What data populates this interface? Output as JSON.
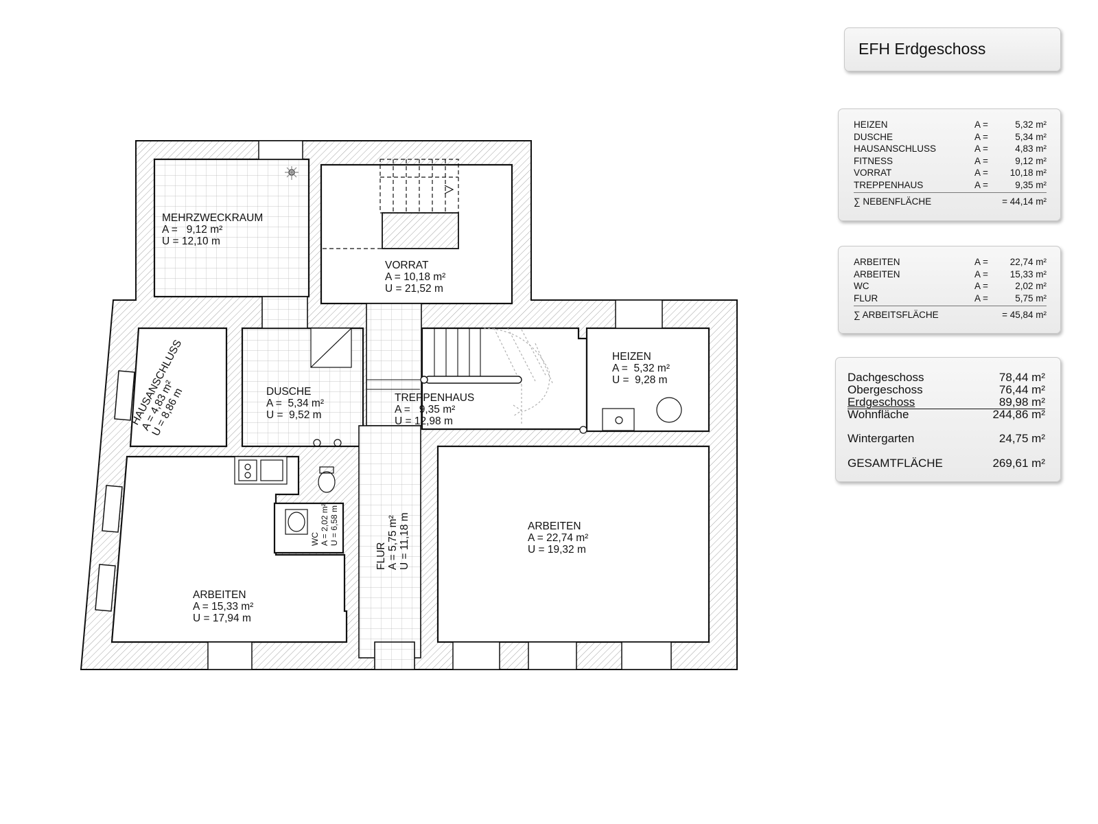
{
  "title": "EFH Erdgeschoss",
  "rooms": [
    {
      "name": "MEHRZWECKRAUM",
      "area": "A =   9,12 m²",
      "perimeter": "U = 12,10 m"
    },
    {
      "name": "VORRAT",
      "area": "A = 10,18 m²",
      "perimeter": "U = 21,52 m"
    },
    {
      "name": "HAUSANSCHLUSS",
      "area": "A = 4,83 m²",
      "perimeter": "U = 8,86 m"
    },
    {
      "name": "DUSCHE",
      "area": "A =  5,34 m²",
      "perimeter": "U =  9,52 m"
    },
    {
      "name": "TREPPENHAUS",
      "area": "A =   9,35 m²",
      "perimeter": "U = 12,98 m"
    },
    {
      "name": "HEIZEN",
      "area": "A =  5,32 m²",
      "perimeter": "U =  9,28 m"
    },
    {
      "name": "WC",
      "area": "A = 2,02 m²",
      "perimeter": "U = 6,58 m"
    },
    {
      "name": "FLUR",
      "area": "A = 5,75 m²",
      "perimeter": "U = 11,18 m"
    },
    {
      "name": "ARBEITEN",
      "area": "A = 22,74 m²",
      "perimeter": "U = 19,32 m"
    },
    {
      "name": "ARBEITEN",
      "area": "A = 15,33 m²",
      "perimeter": "U = 17,94 m"
    }
  ],
  "nebenflaeche": {
    "rows": [
      {
        "name": "HEIZEN",
        "a": "A =",
        "value": "5,32 m²"
      },
      {
        "name": "DUSCHE",
        "a": "A =",
        "value": "5,34 m²"
      },
      {
        "name": "HAUSANSCHLUSS",
        "a": "A =",
        "value": "4,83 m²"
      },
      {
        "name": "FITNESS",
        "a": "A =",
        "value": "9,12 m²"
      },
      {
        "name": "VORRAT",
        "a": "A =",
        "value": "10,18 m²"
      },
      {
        "name": "TREPPENHAUS",
        "a": "A =",
        "value": "9,35 m²"
      }
    ],
    "total_label": "∑  NEBENFLÄCHE",
    "total_value": "=  44,14 m²"
  },
  "arbeitsflaeche": {
    "rows": [
      {
        "name": "ARBEITEN",
        "a": "A =",
        "value": "22,74 m²"
      },
      {
        "name": "ARBEITEN",
        "a": "A =",
        "value": "15,33 m²"
      },
      {
        "name": "WC",
        "a": "A =",
        "value": "2,02 m²"
      },
      {
        "name": "FLUR",
        "a": "A =",
        "value": "5,75 m²"
      }
    ],
    "total_label": "∑ ARBEITSFLÄCHE",
    "total_value": "=  45,84 m²"
  },
  "summary": {
    "rows": [
      {
        "name": "Dachgeschoss",
        "value": "78,44 m²"
      },
      {
        "name": "Obergeschoss",
        "value": "76,44 m²"
      },
      {
        "name": "Erdgeschoss",
        "value": "89,98 m²"
      },
      {
        "name": "Wohnfläche",
        "value": "244,86 m²"
      },
      {
        "name": "Wintergarten",
        "value": "24,75 m²"
      }
    ],
    "total_label": "GESAMTFLÄCHE",
    "total_value": "269,61 m²"
  }
}
